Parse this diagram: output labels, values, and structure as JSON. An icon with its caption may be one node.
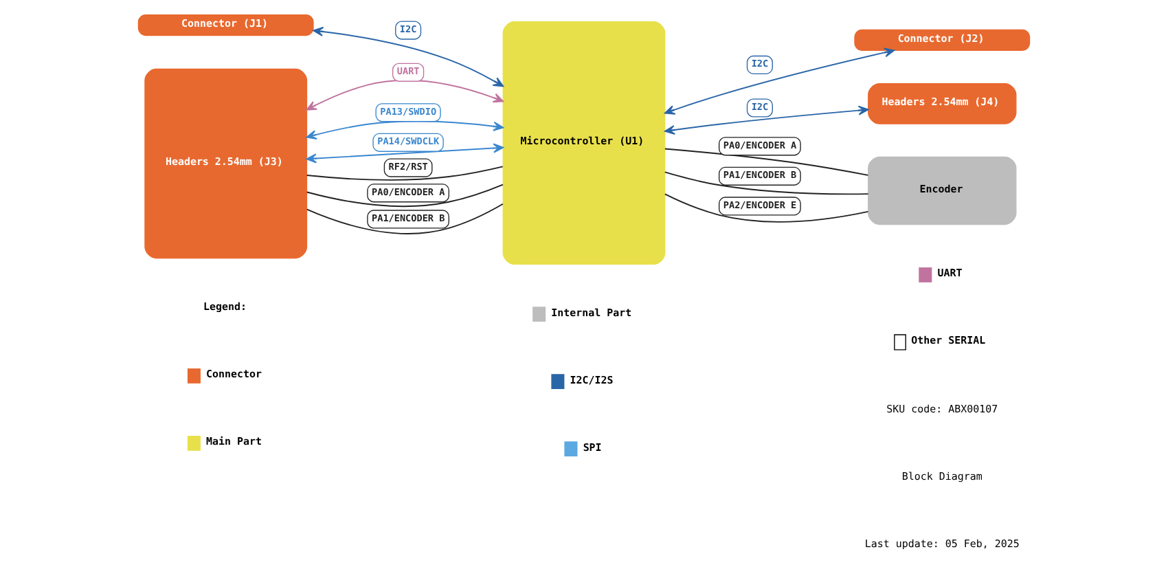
{
  "diagram": {
    "nodes": [
      {
        "text": [
          "Connector (J1)"
        ]
      },
      {
        "text": [
          "Microcontroller (U1)"
        ]
      },
      {
        "text": [
          "Connector (J2)"
        ]
      },
      {
        "text": [
          "Headers 2.54mm (J4)"
        ]
      },
      {
        "text": [
          "Headers 2.54mm (J3)"
        ]
      },
      {
        "text": [
          "Encoder"
        ]
      }
    ],
    "edges": [
      {
        "from": 0,
        "to": 1,
        "arrow": "both",
        "label": "I2C",
        "color": "#2a65a8"
      },
      {
        "from": 1,
        "to": 2,
        "arrow": "both",
        "label": "I2C",
        "color": "#2a65a8"
      },
      {
        "from": 1,
        "to": 3,
        "arrow": "both",
        "label": "I2C",
        "color": "#2a65a8"
      },
      {
        "from": 4,
        "to": 1,
        "arrow": "both",
        "label": "UART",
        "color": "#c0739f"
      },
      {
        "from": 4,
        "to": 1,
        "arrow": "both",
        "label": "PA13/SWDIO",
        "color": "#3a87cf"
      },
      {
        "from": 4,
        "to": 1,
        "arrow": "both",
        "label": "PA14/SWDCLK",
        "color": "#3a87cf"
      },
      {
        "from": 4,
        "to": 1,
        "arrow": "none",
        "label": "RF2/RST"
      },
      {
        "from": 4,
        "to": 1,
        "arrow": "none",
        "label": "PA0/ENCODER A"
      },
      {
        "from": 4,
        "to": 1,
        "arrow": "none",
        "label": "PA1/ENCODER B"
      },
      {
        "from": 1,
        "to": 5,
        "arrow": "none",
        "label": "PA0/ENCODER A"
      },
      {
        "from": 1,
        "to": 5,
        "arrow": "none",
        "label": "PA1/ENCODER B"
      },
      {
        "from": 1,
        "to": 5,
        "arrow": "none",
        "label": "PA2/ENCODER E"
      }
    ],
    "labels": [
      "Legend:",
      "SKU code: ABX00107",
      "Block Diagram",
      "Last update: 05 Feb, 2025"
    ],
    "legend": [
      {
        "text": "Connector",
        "color": "#e8692f"
      },
      {
        "text": "Main Part",
        "color": "#e8e04a"
      },
      {
        "text": "Internal Part",
        "color": "#bdbdbd"
      },
      {
        "text": "I2C/I2S",
        "color": "#2a65a8"
      },
      {
        "text": "SPI",
        "color": "#5aa9e0"
      },
      {
        "text": "UART",
        "color": "#c0739f"
      },
      {
        "text": "Other SERIAL"
      }
    ]
  }
}
